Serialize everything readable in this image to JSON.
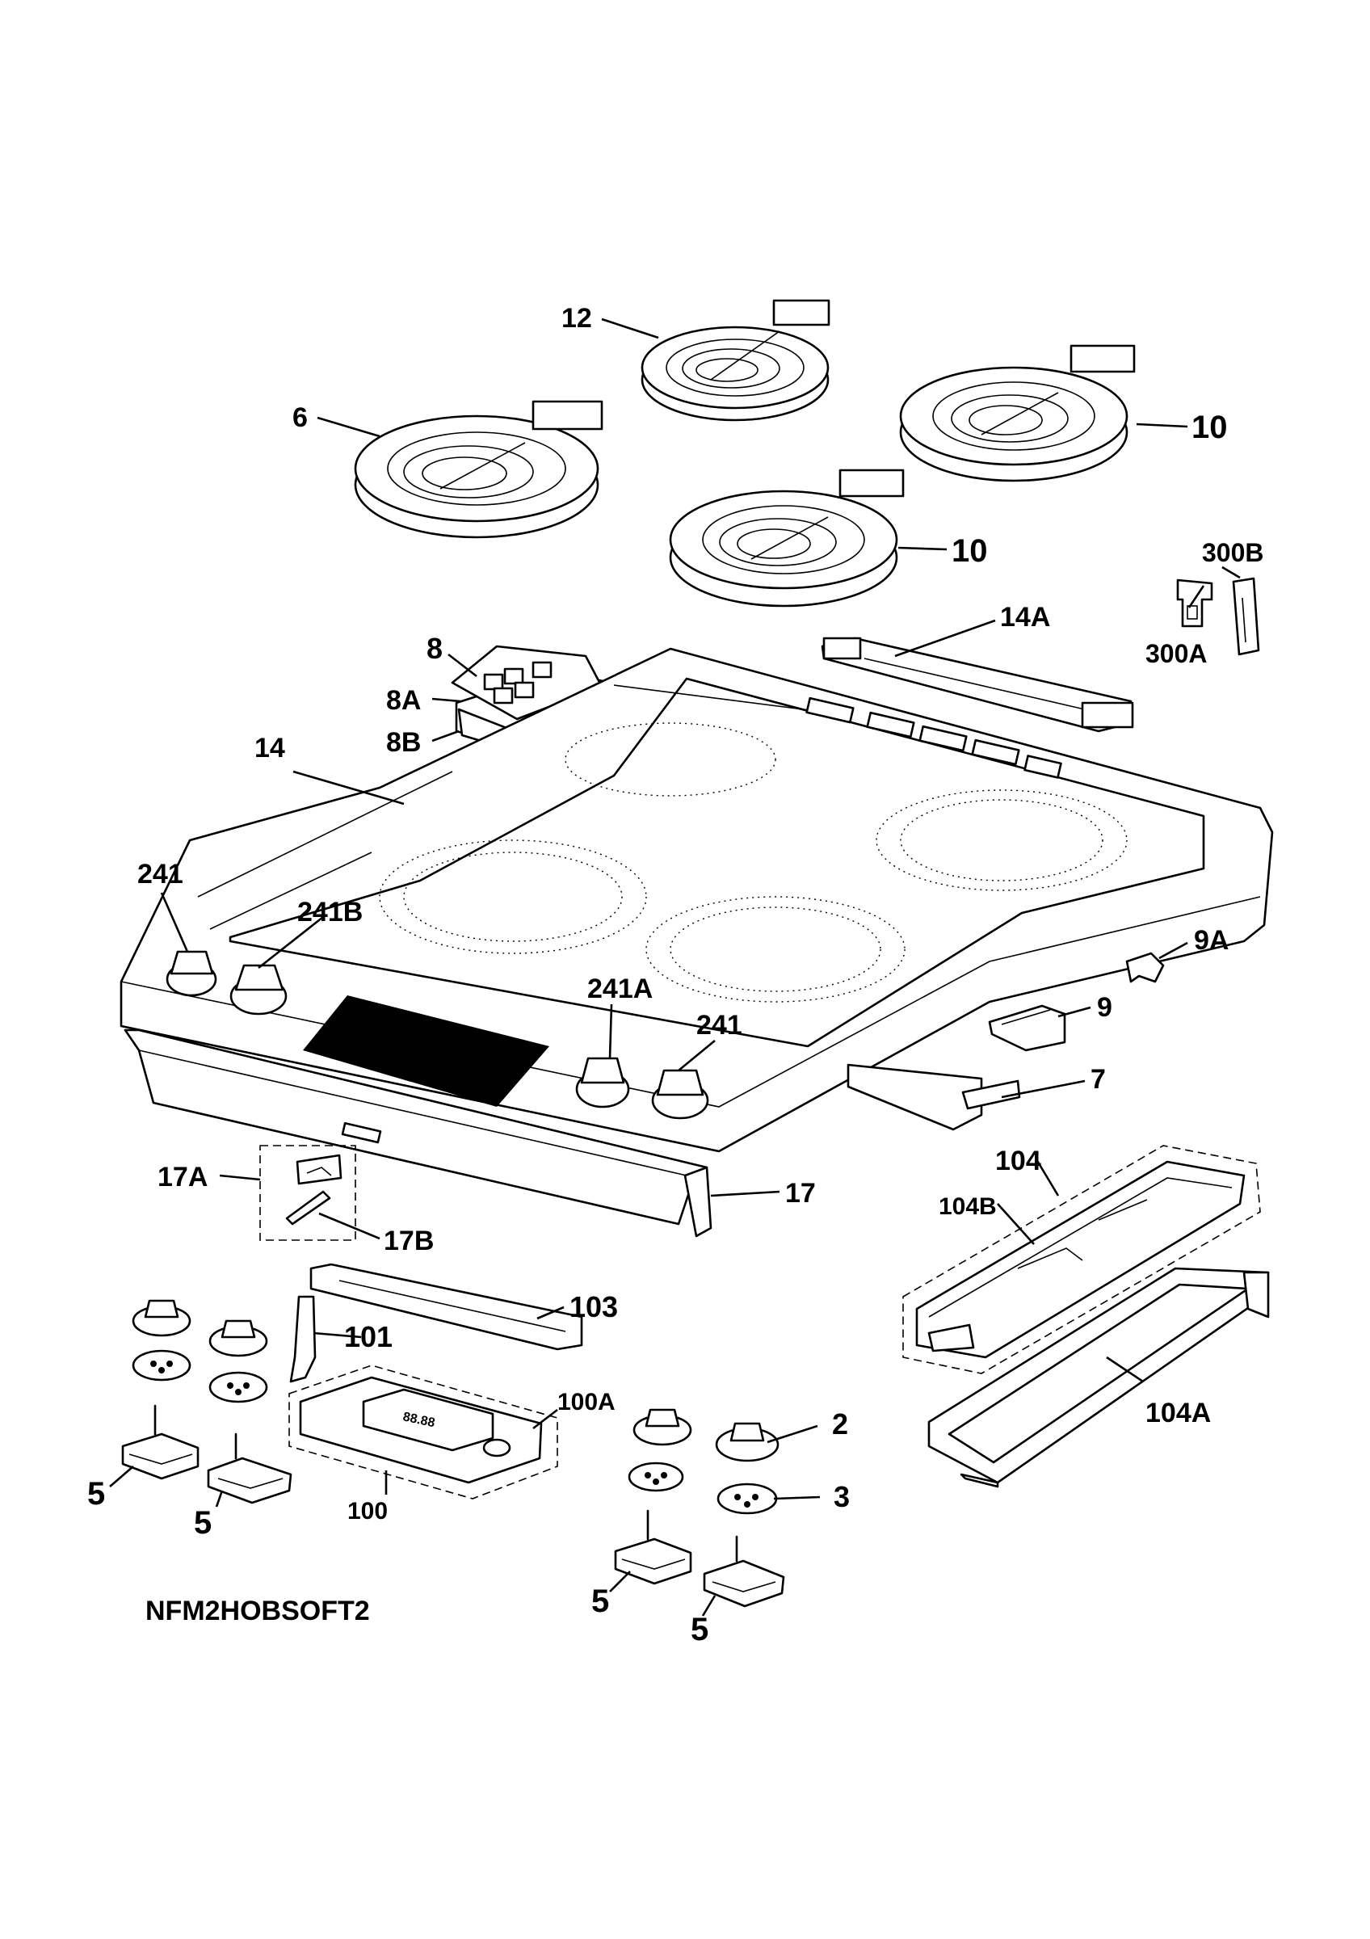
{
  "drawing_code": "NFM2HOBSOFT2",
  "callouts": {
    "c12": "12",
    "c6": "6",
    "c10a": "10",
    "c10b": "10",
    "c300b": "300B",
    "c300a": "300A",
    "c14a": "14A",
    "c8": "8",
    "c8a": "8A",
    "c8b": "8B",
    "c14": "14",
    "c241a_left": "241",
    "c241b": "241B",
    "c9a": "9A",
    "c241a": "241A",
    "c241_right": "241",
    "c9": "9",
    "c7": "7",
    "c104": "104",
    "c104b": "104B",
    "c17a": "17A",
    "c17": "17",
    "c17b": "17B",
    "c103": "103",
    "c101": "101",
    "c100a": "100A",
    "c100": "100",
    "c2": "2",
    "c3": "3",
    "c104a": "104A",
    "c5a": "5",
    "c5b": "5",
    "c5c": "5",
    "c5d": "5"
  },
  "display_readout": "88.88"
}
